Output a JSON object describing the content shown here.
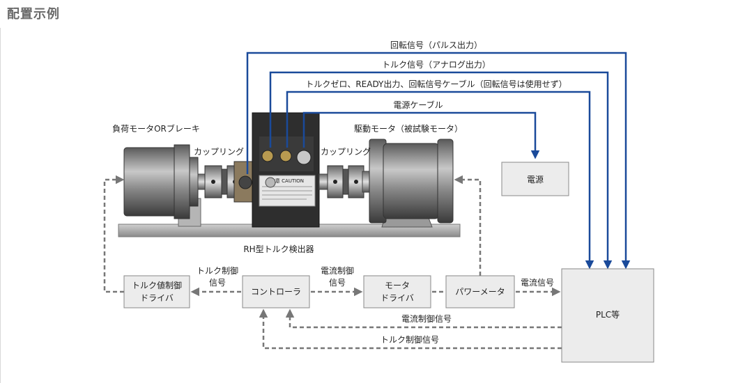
{
  "title": "配置示例",
  "colors": {
    "signal_line": "#1a4a9a",
    "dashed_line": "#777777",
    "box_fill": "#ececec",
    "box_stroke": "#888888",
    "machine_dark": "#2e2e2e",
    "machine_grey": "#8c8c8c"
  },
  "signals": {
    "rotation": "回転信号（パルス出力）",
    "torque_analog": "トルク信号（アナログ出力）",
    "cable": "トルクゼロ、READY出力、回転信号ケーブル（回転信号は使用せず）",
    "power_cable": "電源ケーブル"
  },
  "equipment": {
    "load_motor": "負荷モータORブレーキ",
    "drive_motor": "駆動モータ（被試験モータ）",
    "coupling_left": "カップリング",
    "coupling_right": "カップリング",
    "detector": "RH型トルク検出器",
    "detector_caution": "注意 CAUTION"
  },
  "boxes": {
    "power_supply": "電源",
    "torque_driver_1": "トルク値制御",
    "torque_driver_2": "ドライバ",
    "controller": "コントローラ",
    "motor_driver_1": "モータ",
    "motor_driver_2": "ドライバ",
    "power_meter": "パワーメータ",
    "plc": "PLC等"
  },
  "flow_labels": {
    "torque_control_1": "トルク制御",
    "torque_control_2": "信号",
    "current_control_1": "電流制御",
    "current_control_2": "信号",
    "current_signal": "電流信号",
    "current_control_signal": "電流制御信号",
    "torque_control_signal": "トルク制御信号"
  }
}
